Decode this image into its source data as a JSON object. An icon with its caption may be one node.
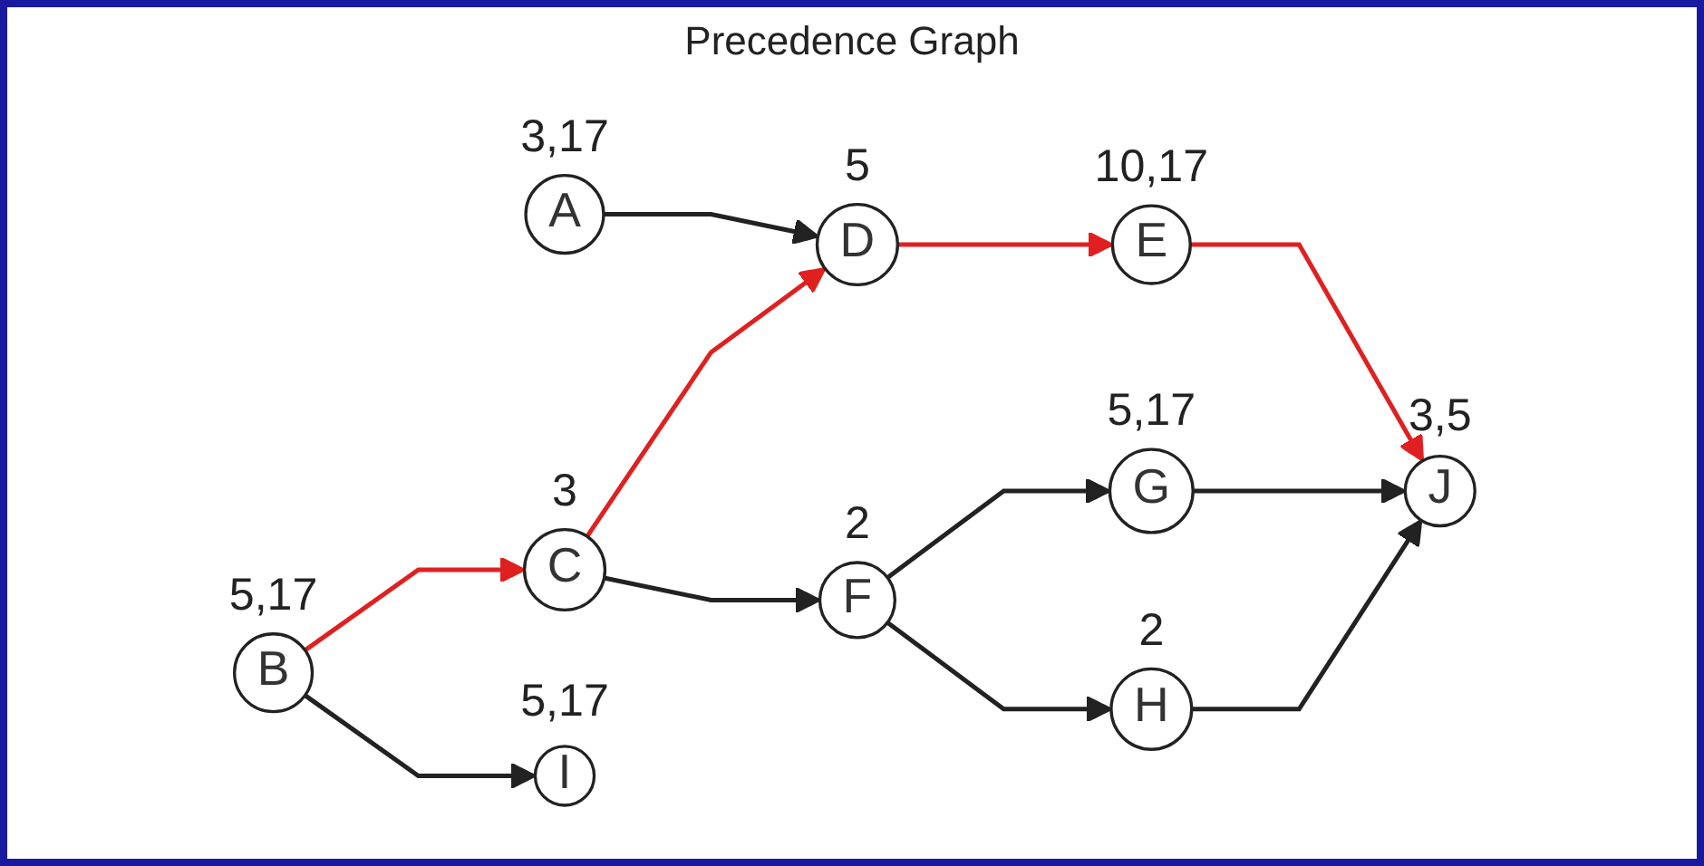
{
  "diagram": {
    "title": "Precedence Graph",
    "nodes": [
      {
        "text": [
          "A"
        ],
        "beside": [
          "3,17"
        ]
      },
      {
        "text": [
          "B"
        ],
        "beside": [
          "5,17"
        ]
      },
      {
        "text": [
          "C"
        ],
        "beside": [
          "3"
        ]
      },
      {
        "text": [
          "D"
        ],
        "beside": [
          "5"
        ]
      },
      {
        "text": [
          "E"
        ],
        "beside": [
          "10,17"
        ]
      },
      {
        "text": [
          "F"
        ],
        "beside": [
          "2"
        ]
      },
      {
        "text": [
          "G"
        ],
        "beside": [
          "5,17"
        ]
      },
      {
        "text": [
          "H"
        ],
        "beside": [
          "2"
        ]
      },
      {
        "text": [
          "I"
        ],
        "beside": [
          "5,17"
        ]
      },
      {
        "text": [
          "J"
        ],
        "beside": [
          "3,5"
        ]
      }
    ],
    "edges": [
      {
        "from": 0,
        "to": 3,
        "arrow": "to"
      },
      {
        "from": 1,
        "to": 2,
        "arrow": "to",
        "color": "#e02020"
      },
      {
        "from": 1,
        "to": 8,
        "arrow": "to"
      },
      {
        "from": 2,
        "to": 3,
        "arrow": "to",
        "color": "#e02020"
      },
      {
        "from": 2,
        "to": 5,
        "arrow": "to"
      },
      {
        "from": 3,
        "to": 4,
        "arrow": "to",
        "color": "#e02020"
      },
      {
        "from": 4,
        "to": 9,
        "arrow": "to",
        "color": "#e02020"
      },
      {
        "from": 5,
        "to": 6,
        "arrow": "to"
      },
      {
        "from": 5,
        "to": 7,
        "arrow": "to"
      },
      {
        "from": 6,
        "to": 9,
        "arrow": "to"
      },
      {
        "from": 7,
        "to": 9,
        "arrow": "to"
      }
    ]
  }
}
